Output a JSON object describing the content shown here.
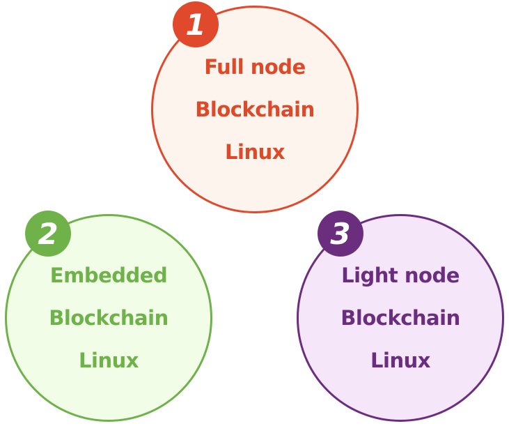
{
  "nodes": [
    {
      "number": "1",
      "lines": [
        "Full node",
        "Blockchain",
        "Linux"
      ],
      "colors": {
        "accent": "#e0492c",
        "fill": "#fdf5ed",
        "text": "#dd4a2a"
      }
    },
    {
      "number": "2",
      "lines": [
        "Embedded",
        "Blockchain",
        "Linux"
      ],
      "colors": {
        "accent": "#6fb24a",
        "fill": "#f2fde8",
        "text": "#6fb24a"
      }
    },
    {
      "number": "3",
      "lines": [
        "Light node",
        "Blockchain",
        "Linux"
      ],
      "colors": {
        "accent": "#6b2e7e",
        "fill": "#f5e6fa",
        "text": "#6b2e7e"
      }
    }
  ]
}
